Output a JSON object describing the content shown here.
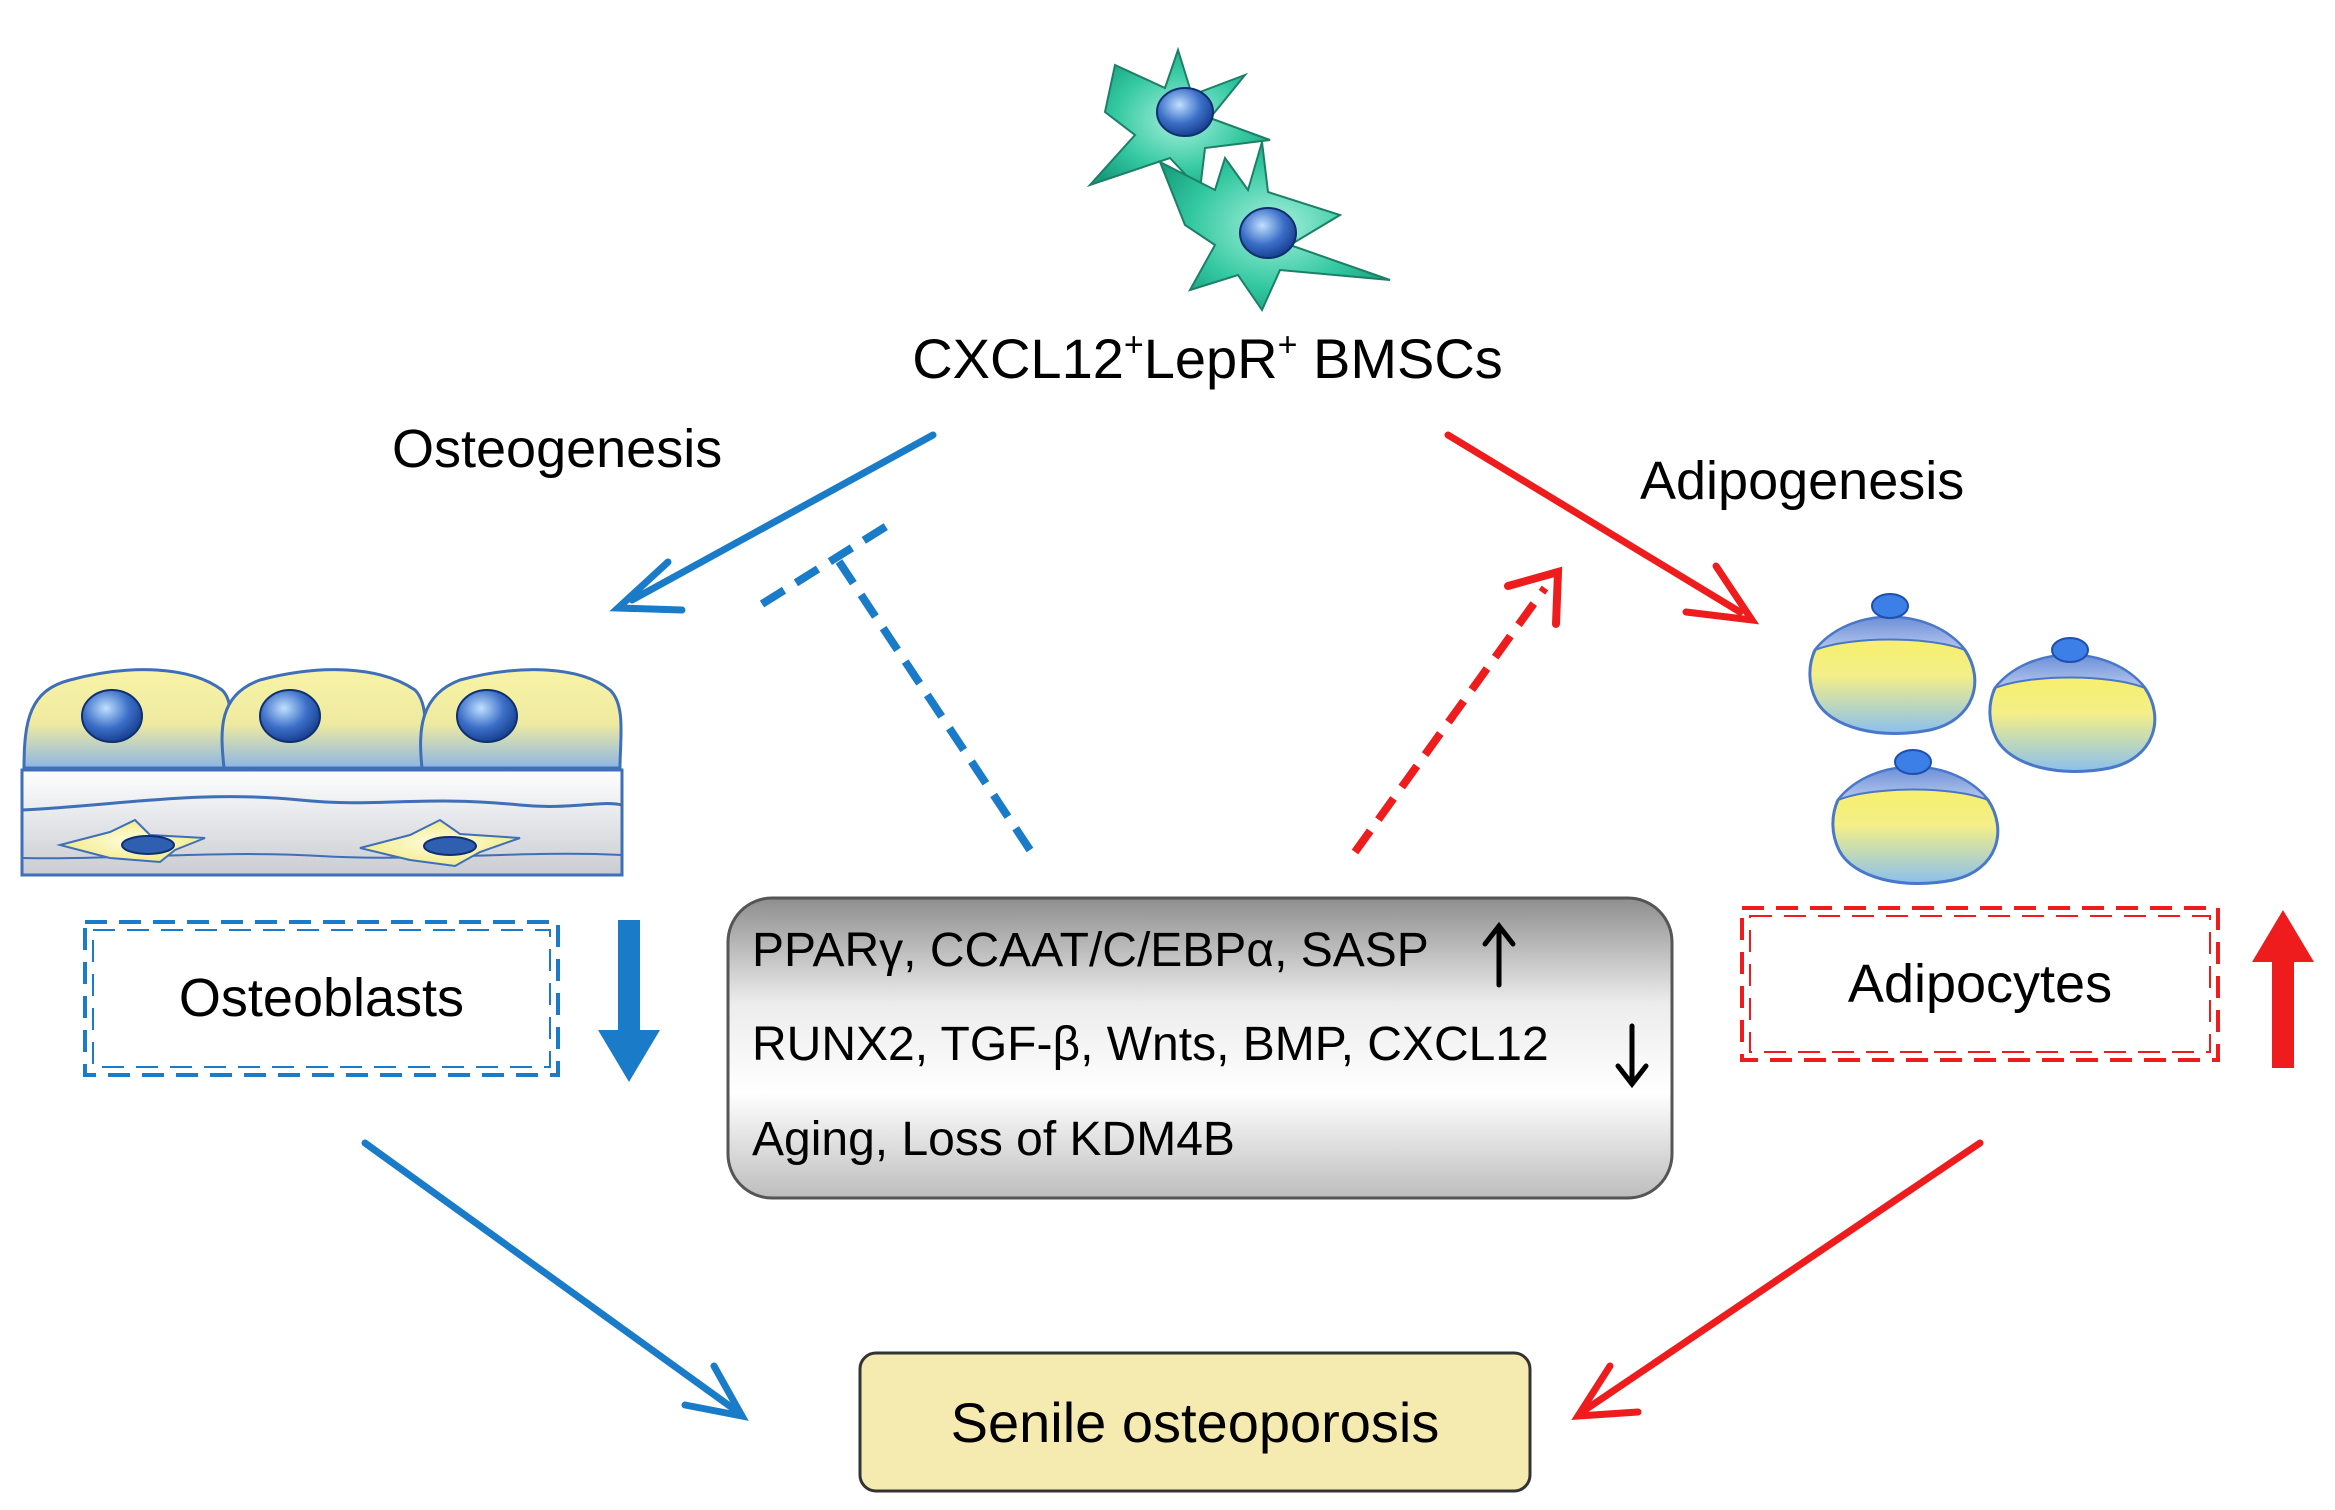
{
  "source": {
    "label_prefix": "CXCL12",
    "sup1": "+",
    "label_mid": "LepR",
    "sup2": "+",
    "label_suffix": " BMSCs"
  },
  "branches": {
    "left_label": "Osteogenesis",
    "right_label": "Adipogenesis"
  },
  "boxes": {
    "osteoblasts": "Osteoblasts",
    "adipocytes": "Adipocytes",
    "outcome": "Senile osteoporosis"
  },
  "factors": {
    "up": "PPARγ, CCAAT/C/EBPα, SASP",
    "down": "RUNX2, TGF-β, Wnts, BMP, CXCL12",
    "other": "Aging, Loss of KDM4B"
  },
  "colors": {
    "blue": "#1a7cc9",
    "red": "#ee1c1c",
    "cell_teal": "#2fc6a0",
    "cell_yellow": "#f4ee9a",
    "outcome_fill": "#f5eab0"
  }
}
